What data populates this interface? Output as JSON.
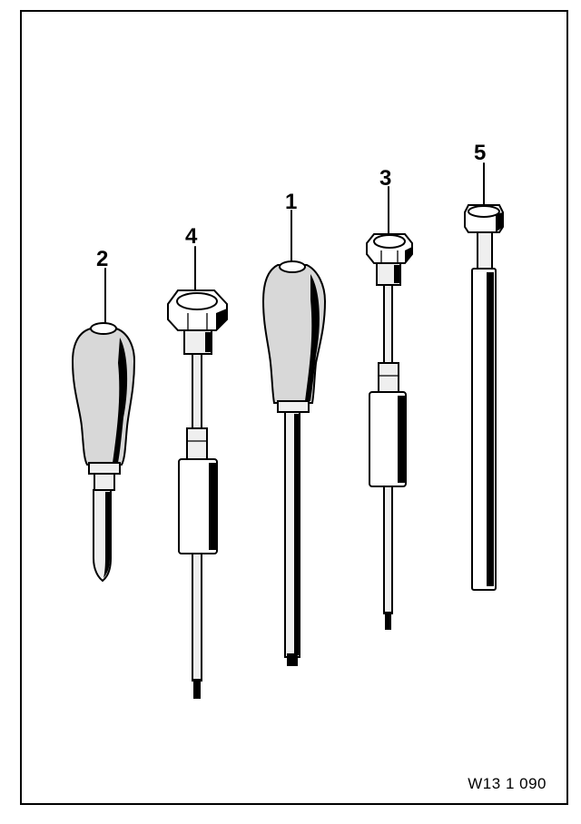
{
  "figure": {
    "code": "W13 1 090",
    "callouts": {
      "tool_1": "1",
      "tool_2": "2",
      "tool_3": "3",
      "tool_4": "4",
      "tool_5": "5"
    }
  }
}
